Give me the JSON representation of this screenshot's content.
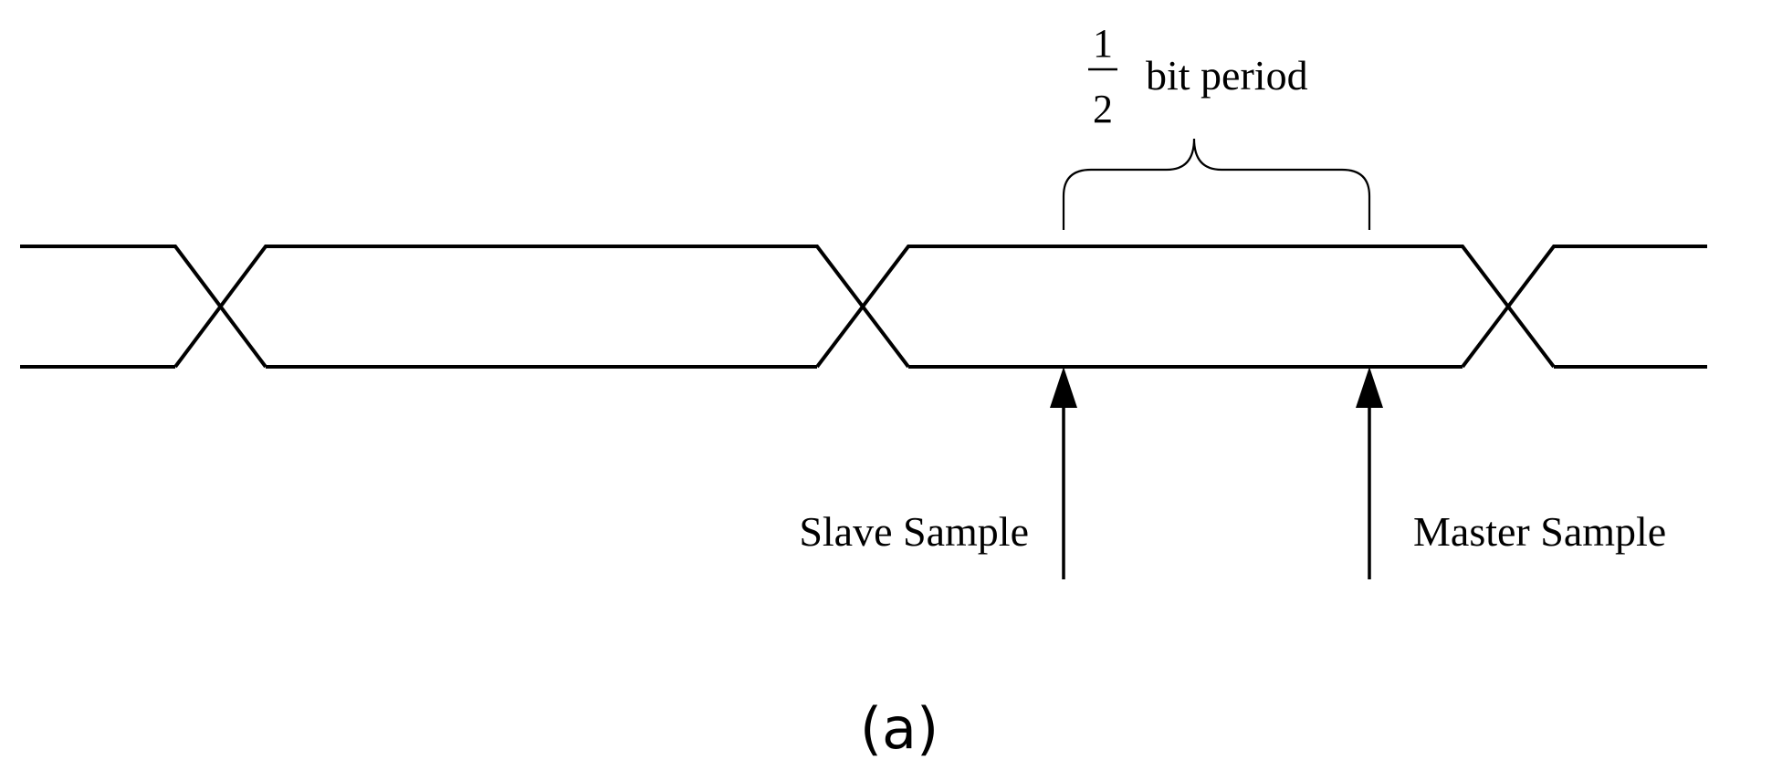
{
  "diagram": {
    "half_bit": {
      "numerator": "1",
      "denominator": "2",
      "label": "bit period"
    },
    "slave_sample_label": "Slave Sample",
    "master_sample_label": "Master Sample",
    "caption": "(a)"
  }
}
